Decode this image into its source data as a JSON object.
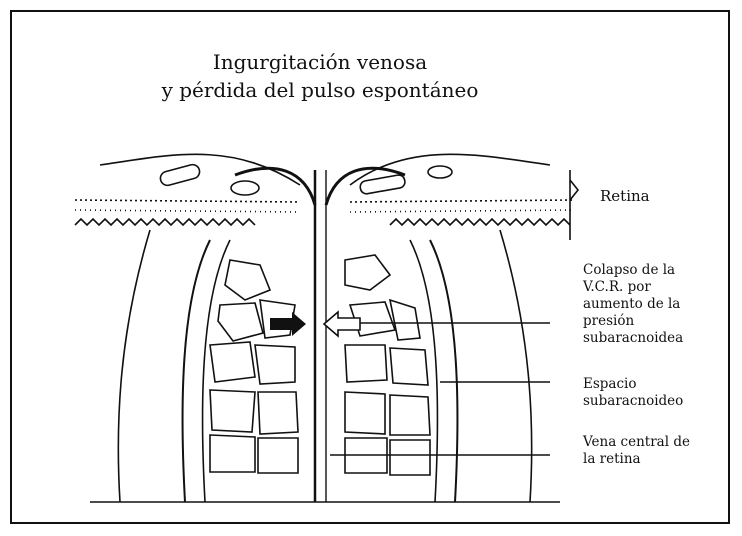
{
  "title": {
    "line1": "Ingurgitación venosa",
    "line2": "y pérdida del pulso espontáneo"
  },
  "labels": {
    "retina": "Retina",
    "colapso": "Colapso de la\nV.C.R. por\naumento de la\npresión\nsubaracnoidea",
    "espacio": "Espacio\nsubaracnoideo",
    "vena": "Vena central de\nla retina"
  },
  "colors": {
    "ink": "#111111",
    "background": "#ffffff"
  }
}
